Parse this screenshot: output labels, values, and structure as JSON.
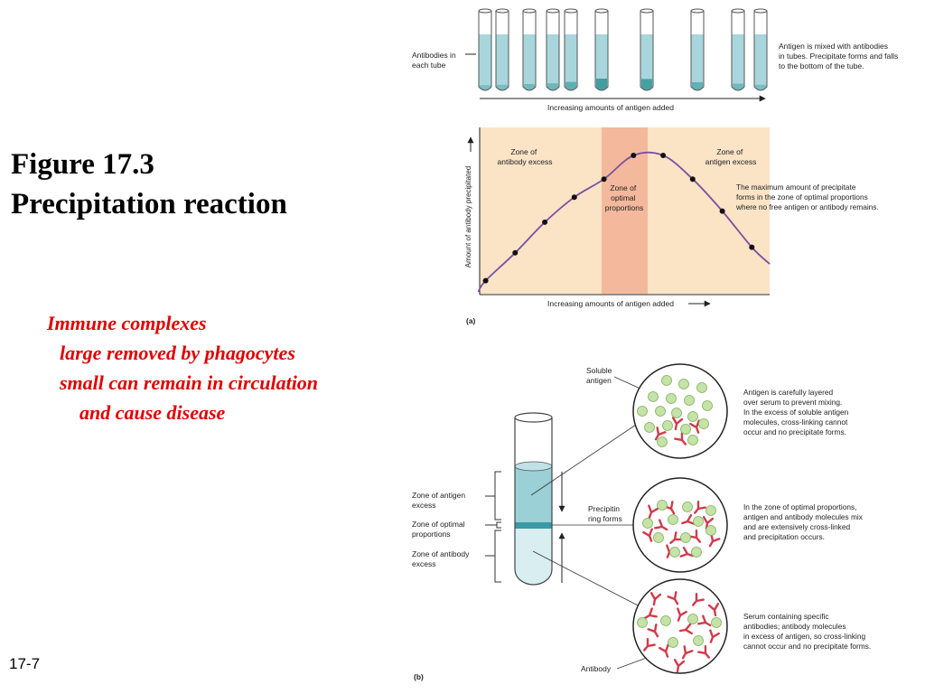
{
  "slide": {
    "title_line1": "Figure 17.3",
    "title_line2": "Precipitation reaction",
    "notes": [
      "Immune complexes",
      "large removed by phagocytes",
      "small can remain in circulation",
      "and cause disease"
    ],
    "slide_number": "17-7"
  },
  "colors": {
    "notes_text": "#e00000",
    "tube_fluid": "#a9d6dd",
    "chart_background": "#fbe3c6",
    "optimal_zone": "#f4b99c",
    "curve": "#7b4fa3",
    "antigen": "#c5e3a6",
    "antibody": "#d23a4a",
    "precipitin_ring": "#3a9aa3"
  },
  "panel_a": {
    "tubes_label": [
      "Antibodies in",
      "each tube"
    ],
    "tubes_note": [
      "Antigen is mixed with antibodies",
      "in tubes. Precipitate forms and falls",
      "to the bottom of the tube."
    ],
    "tubes_axis_label": "Increasing amounts of antigen added",
    "tube_precipitate_levels": [
      0.1,
      0.15,
      0.25,
      0.35,
      0.55,
      1.0,
      0.95,
      0.5,
      0.3,
      0.15
    ],
    "y_axis_label": "Amount of antibody precipitated",
    "x_axis_label": "Increasing amounts of antigen added",
    "zone_antibody_excess": [
      "Zone of",
      "antibody excess"
    ],
    "zone_optimal": [
      "Zone of",
      "optimal",
      "proportions"
    ],
    "zone_antigen_excess": [
      "Zone of",
      "antigen excess"
    ],
    "max_note": [
      "The maximum amount of precipitate",
      "forms in the zone of optimal proportions",
      "where no free antigen or antibody remains."
    ],
    "panel_label": "(a)"
  },
  "chart_data": {
    "type": "line",
    "x": [
      1,
      2,
      3,
      4,
      5,
      6,
      7,
      8,
      9,
      10
    ],
    "y": [
      0.1,
      0.3,
      0.52,
      0.7,
      0.83,
      1.0,
      1.0,
      0.83,
      0.6,
      0.34
    ],
    "xlabel": "Increasing amounts of antigen added",
    "ylabel": "Amount of antibody precipitated",
    "grid": false,
    "optimal_zone_x": [
      5.5,
      6.5
    ]
  },
  "panel_b": {
    "zone_antigen_excess": [
      "Zone of antigen",
      "excess"
    ],
    "zone_optimal": [
      "Zone of optimal",
      "proportions"
    ],
    "zone_antibody_excess": [
      "Zone of antibody",
      "excess"
    ],
    "soluble_antigen_label": [
      "Soluble",
      "antigen"
    ],
    "precipitin_label": [
      "Precipitin",
      "ring forms"
    ],
    "antibody_label": "Antibody",
    "note_top": [
      "Antigen is carefully layered",
      "over serum to prevent mixing.",
      "In the excess of soluble antigen",
      "molecules, cross-linking cannot",
      "occur and no precipitate forms."
    ],
    "note_mid": [
      "In the zone of optimal proportions,",
      "antigen and antibody molecules mix",
      "and are extensively cross-linked",
      "and precipitation occurs."
    ],
    "note_bottom": [
      "Serum containing specific",
      "antibodies; antibody molecules",
      "in excess of antigen, so cross-linking",
      "cannot occur and no precipitate forms."
    ],
    "panel_label": "(b)"
  }
}
